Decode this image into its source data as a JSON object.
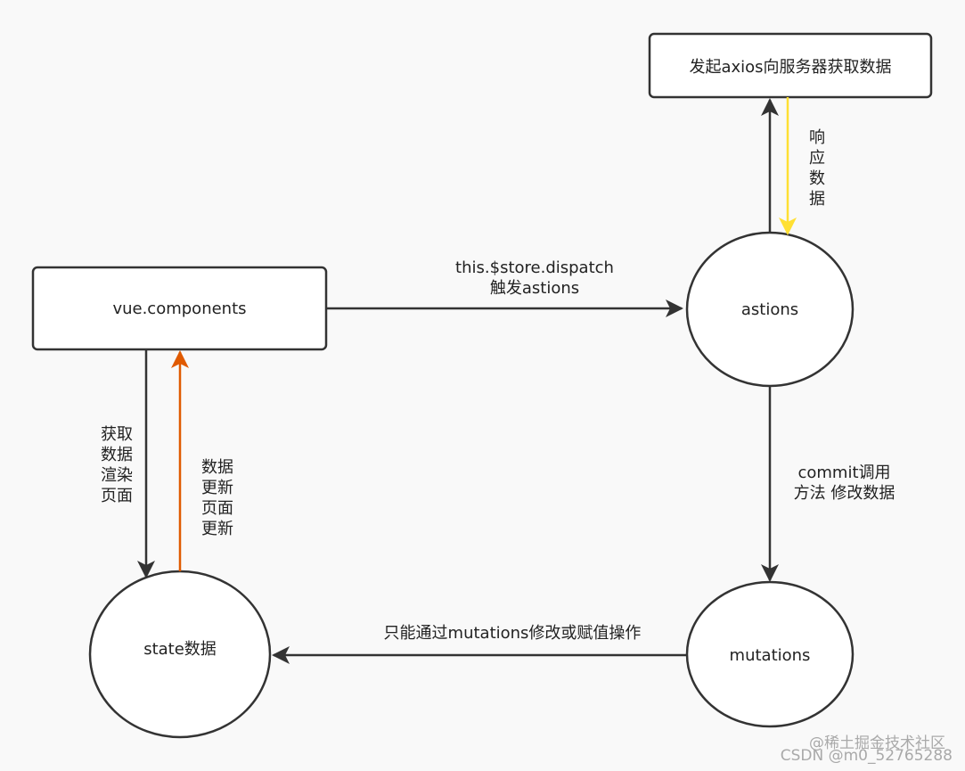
{
  "nodes": {
    "vue_components": "vue.components",
    "server_request": "发起axios向服务器获取数据",
    "actions": "astions",
    "mutations": "mutations",
    "state": "state数据"
  },
  "edges": {
    "dispatch_line1": "this.$store.dispatch",
    "dispatch_line2": "触发astions",
    "response": [
      "响",
      "应",
      "数",
      "据"
    ],
    "commit_line1": "commit调用",
    "commit_line2": "方法 修改数据",
    "mutate_state": "只能通过mutations修改或赋值操作",
    "get_data": [
      "获取",
      "数据",
      "渲染",
      "页面"
    ],
    "update": [
      "数据",
      "更新",
      "页面",
      "更新"
    ]
  },
  "colors": {
    "stroke": "#333333",
    "response_arrow": "#ffe033",
    "update_arrow": "#e05a00"
  },
  "watermark": {
    "line1": "@稀土掘金技术社区",
    "line2": "CSDN @m0_52765288"
  }
}
